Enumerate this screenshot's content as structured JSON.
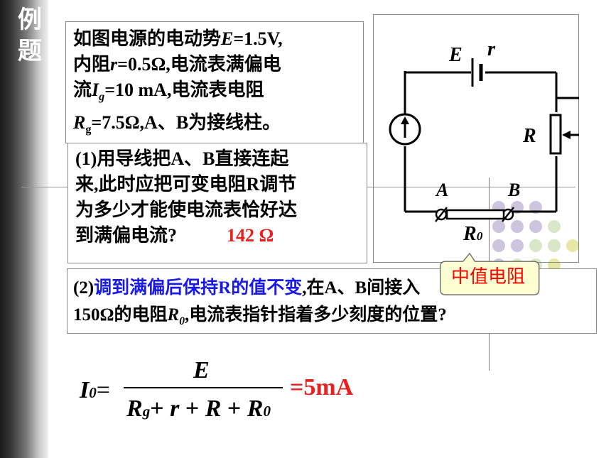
{
  "tag": [
    "例",
    "题"
  ],
  "problem": {
    "l1a": "如图电源的电动势",
    "l1b": "E",
    "l1c": "=1.5V,",
    "l2a": "内阻",
    "l2b": "r",
    "l2c": "=0.5Ω,电流表满偏电",
    "l3a": "流",
    "l3b": "I",
    "l3c": "g",
    "l3d": "=10 mA,电流表电阻",
    "l4a": "R",
    "l4b": "g",
    "l4c": "=7.5Ω,A、B为接线柱。"
  },
  "q1": {
    "l1": "(1)用导线把A、B直接连起",
    "l2": "来,此时应把可变电阻R调节",
    "l3": "为多少才能使电流表恰好达",
    "l4": "到满偏电流?",
    "answer": "142 Ω"
  },
  "q2": {
    "a": "(2)",
    "b": "调到满偏后保持R的值不变",
    "c": ",在A、B间接入",
    "d": "150Ω的电阻",
    "e": "R",
    "f": "0",
    "g": ",电流表指针指着多少刻度的位置?"
  },
  "circuit": {
    "E": "E",
    "r": "r",
    "R": "R",
    "A": "A",
    "B": "B",
    "R0": "R",
    "R0sub": "0"
  },
  "callout": "中值电阻",
  "formula": {
    "I": "I",
    "Isub": "0",
    "eq": "=",
    "num": "E",
    "den": [
      "R",
      "g",
      "+ ",
      "r",
      " + ",
      "R",
      " + ",
      "R",
      "0"
    ],
    "result": "=5mA"
  },
  "colors": {
    "accent_red": "#e8201f",
    "accent_blue": "#1a1ae6",
    "dot_purple": "#cdc4de",
    "dot_green": "#d9e6c8",
    "dot_olive": "#e7e7a6"
  }
}
